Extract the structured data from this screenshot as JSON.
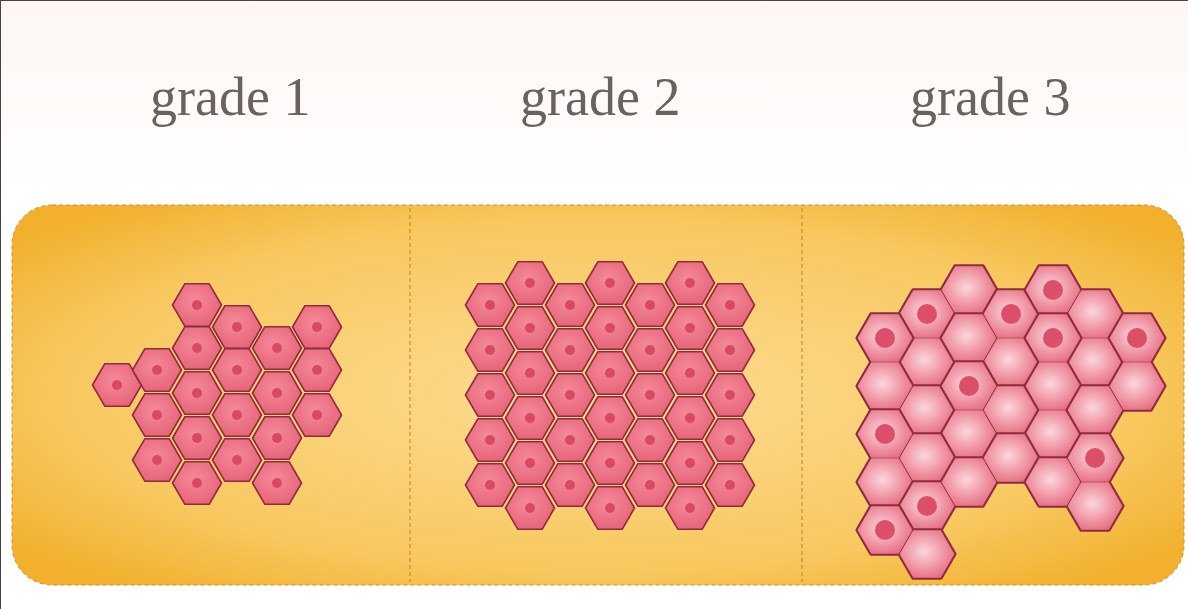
{
  "diagram": {
    "labels": [
      "grade 1",
      "grade 2",
      "grade 3"
    ]
  }
}
